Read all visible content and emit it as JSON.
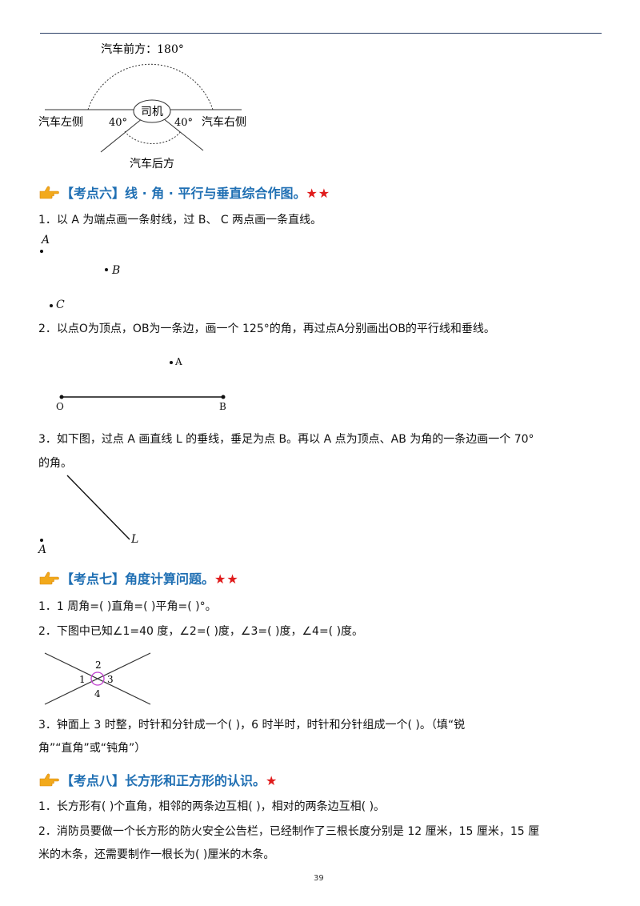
{
  "diagram_top": {
    "front": "汽车前方：180°",
    "driver": "司机",
    "left": "汽车左侧",
    "right": "汽车右侧",
    "angle_left": "40°",
    "angle_right": "40°",
    "back": "汽车后方"
  },
  "section6": {
    "title": "【考点六】线 · 角 · 平行与垂直综合作图。",
    "stars": "★★",
    "q1": "1．以 A 为端点画一条射线，过 B、 C 两点画一条直线。",
    "q1_labels": {
      "a": "A",
      "b": "B",
      "c": "C"
    },
    "q2": "2．以点O为顶点，OB为一条边，画一个 125°的角，再过点A分别画出OB的平行线和垂线。",
    "q2_labels": {
      "a": "A",
      "o": "O",
      "b": "B"
    },
    "q3_line1": "3．如下图，过点 A 画直线 L 的垂线，垂足为点 B。再以 A 点为顶点、AB 为角的一条边画一个 70°",
    "q3_line2": "的角。",
    "q3_labels": {
      "a": "A",
      "l": "L"
    }
  },
  "section7": {
    "title": "【考点七】角度计算问题。",
    "stars": "★★",
    "q1": "1．1 周角=(            )直角=(            )平角=(              )°。",
    "q2": "2．下图中已知∠1=40 度，∠2=(             )度，∠3=(             )度，∠4=(             )度。",
    "q2_labels": {
      "n1": "1",
      "n2": "2",
      "n3": "3",
      "n4": "4"
    },
    "q3_line1": "3．钟面上 3 时整，时针和分针成一个(             )，6 时半时，时针和分针组成一个(             )。（填“锐",
    "q3_line2": "角”“直角”或“钝角”）"
  },
  "section8": {
    "title": "【考点八】长方形和正方形的认识。",
    "stars": "★",
    "q1": "1．长方形有(             )个直角，相邻的两条边互相(             )，相对的两条边互相(             )。",
    "q2_line1": "2．消防员要做一个长方形的防火安全公告栏，已经制作了三根长度分别是 12 厘米，15 厘米，15 厘",
    "q2_line2": "米的木条，还需要制作一根长为(             )厘米的木条。"
  },
  "page_number": "39",
  "colors": {
    "heading": "#1f6fb3",
    "stars": "#e01b1b",
    "rule": "#2b3f66",
    "hand": "#f2a91b"
  }
}
